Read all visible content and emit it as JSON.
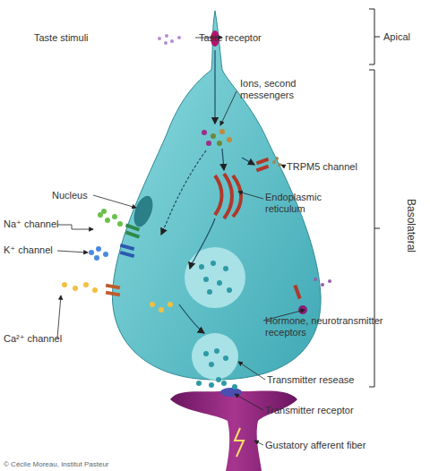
{
  "diagram": {
    "labels": [
      "Taste stimuli",
      "Taste receptor",
      "Apical",
      "Ions, second messengers",
      "TRPM5 channel",
      "Basolateral",
      "Nucleus",
      "Endoplasmic reticulum",
      "Na⁺ channel",
      "K⁺ channel",
      "Hormone, neurotransmitter receptors",
      "Ca²⁺ channel",
      "Transmitter resease",
      "Transmitter receptor",
      "Gustatory afferent fiber",
      "© Cécile Moreau, Institut Pasteur"
    ]
  }
}
